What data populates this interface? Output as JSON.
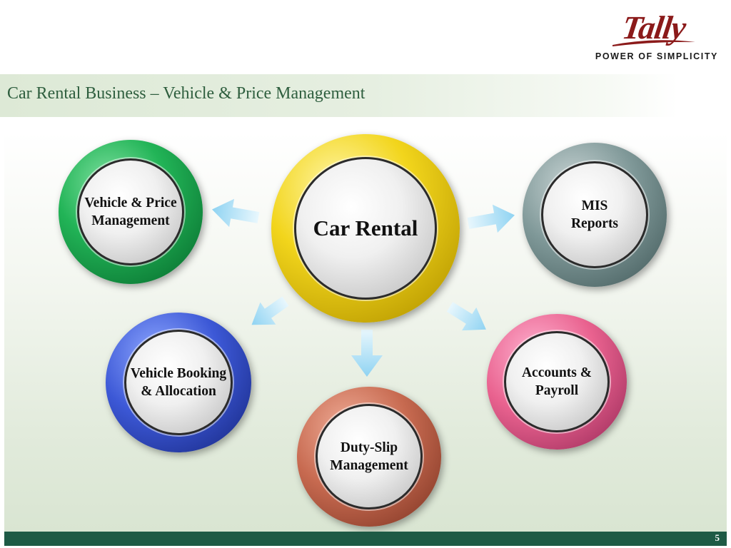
{
  "logo": {
    "word": "Tally",
    "tagline": "POWER OF SIMPLICITY"
  },
  "slide": {
    "title": "Car Rental Business – Vehicle & Price Management",
    "page_number": "5"
  },
  "diagram": {
    "center": {
      "label": "Car Rental",
      "color": "#f2d51c"
    },
    "nodes": [
      {
        "id": "vehicle-price",
        "label": "Vehicle & Price\nManagement",
        "color": "#22b457"
      },
      {
        "id": "mis-reports",
        "label": "MIS\nReports",
        "color": "#7f9898"
      },
      {
        "id": "vehicle-booking",
        "label": "Vehicle Booking\n& Allocation",
        "color": "#3c58d6"
      },
      {
        "id": "duty-slip",
        "label": "Duty-Slip\nManagement",
        "color": "#c76a50"
      },
      {
        "id": "accounts-payroll",
        "label": "Accounts &\nPayroll",
        "color": "#e9628f"
      }
    ],
    "arrow_color": "#8fd3f2"
  }
}
